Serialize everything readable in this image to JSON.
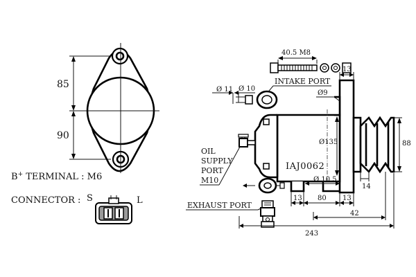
{
  "mount_view": {
    "dim_upper": "85",
    "dim_lower": "90"
  },
  "terminal": {
    "b_letter": "B",
    "b_superscript": "+",
    "b_text": " TERMINAL : M6"
  },
  "connector": {
    "label": "CONNECTOR :",
    "pin_s": "S",
    "pin_l": "L"
  },
  "side_view": {
    "bolt_dim": "40.5 M8",
    "intake_port": "INTAKE PORT",
    "dia_11": "Ø 11",
    "dia_10": "Ø 10",
    "dia_9": "Ø9",
    "dim_13_top": "13",
    "dia_135": "Ø135",
    "dim_88": "88",
    "oil_supply_port": [
      "OIL",
      "SUPPLY",
      "PORT",
      "M10"
    ],
    "model": "IAJ0062",
    "dia_10_5": "Ø 10.5",
    "dim_14": "14",
    "dim_13_left": "13",
    "dim_80": "80",
    "dim_13_right": "13",
    "exhaust_port": "EXHAUST PORT",
    "dim_42": "42",
    "dim_243": "243"
  },
  "colors": {
    "ink": "#000000",
    "paper": "#ffffff"
  }
}
